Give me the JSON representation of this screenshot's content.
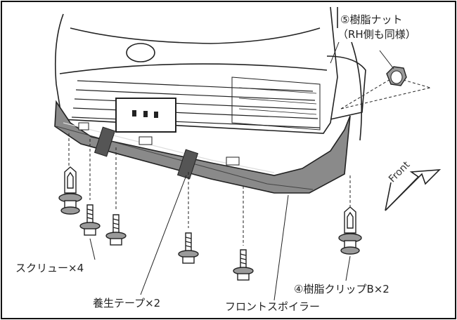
{
  "callouts": {
    "nut_line1": "⑤樹脂ナット",
    "nut_line2": "（RH側も同様）",
    "screw": "スクリュー×4",
    "tape": "養生テープ×2",
    "spoiler": "フロントスポイラー",
    "clip_b": "④樹脂クリップB×2"
  },
  "direction": {
    "front": "Front"
  },
  "colors": {
    "spoiler_fill": "#8a8a8a",
    "tape_fill": "#555555",
    "line": "#222222",
    "car_fill": "#ffffff",
    "border": "#111111"
  }
}
